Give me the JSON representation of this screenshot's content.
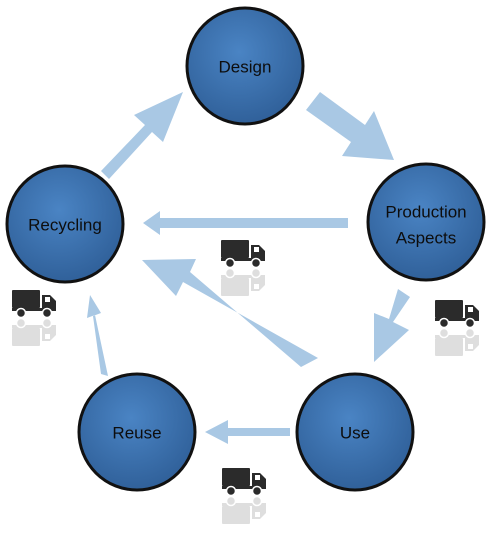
{
  "colors": {
    "node_fill": "#3a6fab",
    "node_stroke": "#111111",
    "arrow": "#a9c8e4",
    "truck": "#2b2b2b"
  },
  "nodes": {
    "design": {
      "label": "Design"
    },
    "production": {
      "line1": "Production",
      "line2": "Aspects"
    },
    "use": {
      "label": "Use"
    },
    "reuse": {
      "label": "Reuse"
    },
    "recycling": {
      "label": "Recycling"
    }
  },
  "icons": {
    "transport": "truck-icon"
  }
}
